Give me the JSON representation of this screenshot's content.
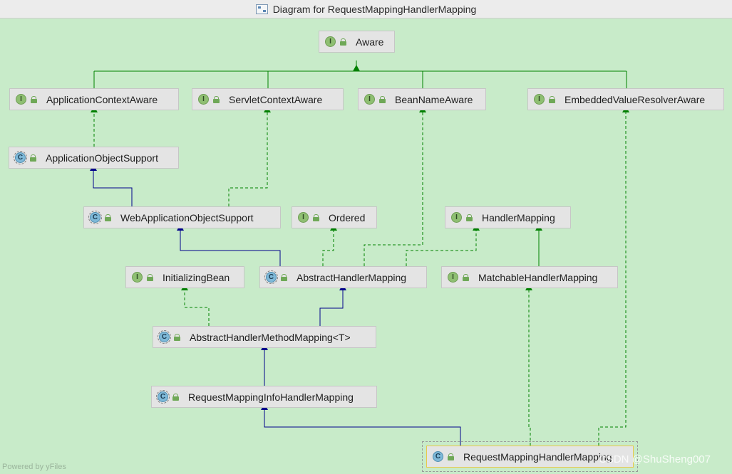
{
  "window": {
    "title": "Diagram for RequestMappingHandlerMapping"
  },
  "nodes": {
    "aware": {
      "label": "Aware",
      "kind": "interface"
    },
    "application_context_aware": {
      "label": "ApplicationContextAware",
      "kind": "interface"
    },
    "servlet_context_aware": {
      "label": "ServletContextAware",
      "kind": "interface"
    },
    "bean_name_aware": {
      "label": "BeanNameAware",
      "kind": "interface"
    },
    "embedded_value_resolver_aware": {
      "label": "EmbeddedValueResolverAware",
      "kind": "interface"
    },
    "application_object_support": {
      "label": "ApplicationObjectSupport",
      "kind": "abstract-class"
    },
    "web_application_object_support": {
      "label": "WebApplicationObjectSupport",
      "kind": "abstract-class"
    },
    "ordered": {
      "label": "Ordered",
      "kind": "interface"
    },
    "handler_mapping": {
      "label": "HandlerMapping",
      "kind": "interface"
    },
    "initializing_bean": {
      "label": "InitializingBean",
      "kind": "interface"
    },
    "abstract_handler_mapping": {
      "label": "AbstractHandlerMapping",
      "kind": "abstract-class"
    },
    "matchable_handler_mapping": {
      "label": "MatchableHandlerMapping",
      "kind": "interface"
    },
    "abstract_handler_method_mapping": {
      "label": "AbstractHandlerMethodMapping<T>",
      "kind": "abstract-class"
    },
    "request_mapping_info_handler_mapping": {
      "label": "RequestMappingInfoHandlerMapping",
      "kind": "abstract-class"
    },
    "request_mapping_handler_mapping": {
      "label": "RequestMappingHandlerMapping",
      "kind": "class"
    }
  },
  "icons": {
    "interface": "I",
    "class": "C",
    "visibility": "public-lock-icon"
  },
  "colors": {
    "background": "#c8ebc9",
    "extends_edge": "#00008b",
    "implements_edge": "#008000",
    "node_fill": "#e4e4e4",
    "selected_border": "#e8c94a"
  },
  "footer": {
    "text": "Powered by yFiles"
  },
  "watermark": {
    "text": "CSDN @ShuSheng007"
  }
}
